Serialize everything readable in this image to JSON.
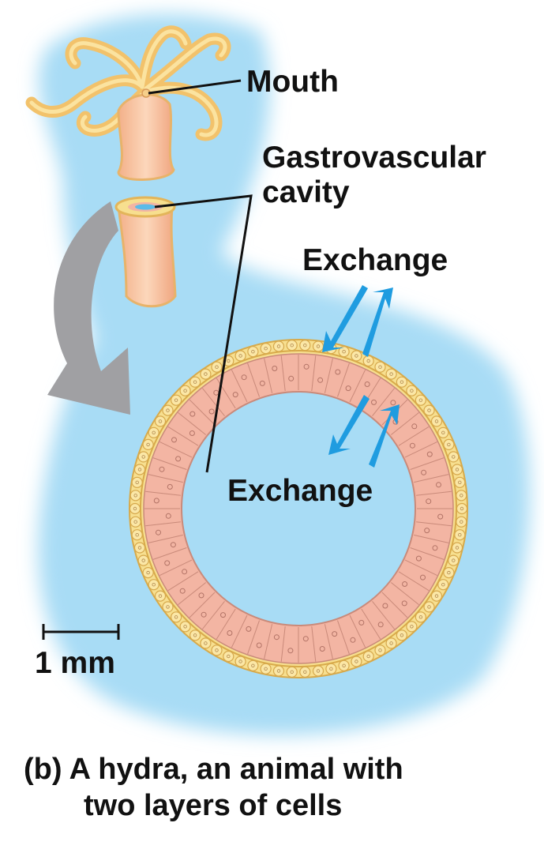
{
  "labels": {
    "mouth": "Mouth",
    "gastrovascular_line1": "Gastrovascular",
    "gastrovascular_line2": "cavity",
    "exchange_outer": "Exchange",
    "exchange_inner": "Exchange",
    "scale": "1 mm"
  },
  "caption": {
    "line1": "(b) A hydra, an animal with",
    "line2": "two layers of cells"
  },
  "colors": {
    "water": "#a8dcf5",
    "ectoderm": "#f7df8f",
    "endoderm": "#f3b5a3",
    "arrow_gray": "#a0a0a3",
    "exchange_arrow": "#1f9ce0"
  }
}
